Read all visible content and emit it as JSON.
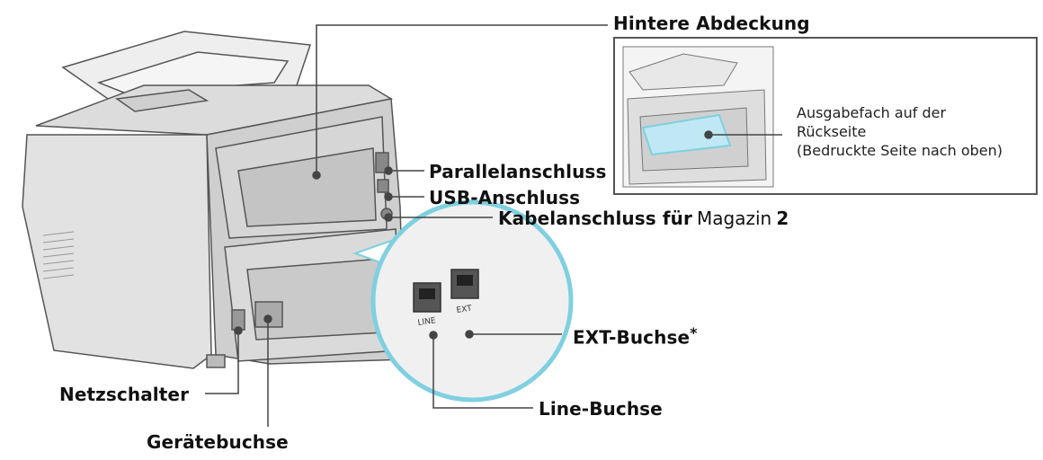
{
  "labels": {
    "rear_cover": "Hintere Abdeckung",
    "parallel_port": "Parallelanschluss",
    "usb_port": "USB-Anschluss",
    "tray2_cable_prefix": "Kabelanschluss für",
    "tray2_cable_word": "Magazin",
    "tray2_cable_number": "2",
    "ext_jack": "EXT-Buchse",
    "ext_jack_mark": "*",
    "line_jack": "Line-Buchse",
    "power_switch": "Netzschalter",
    "power_socket": "Gerätebuchse"
  },
  "inset": {
    "note_line1": "Ausgabefach auf der",
    "note_line2": "Rückseite",
    "note_line3": "(Bedruckte Seite nach oben)"
  },
  "jack_labels": {
    "line": "LINE",
    "ext": "EXT"
  },
  "colors": {
    "accent": "#7fd0e0",
    "tray_highlight": "#bfe8f4",
    "line": "#444444"
  }
}
